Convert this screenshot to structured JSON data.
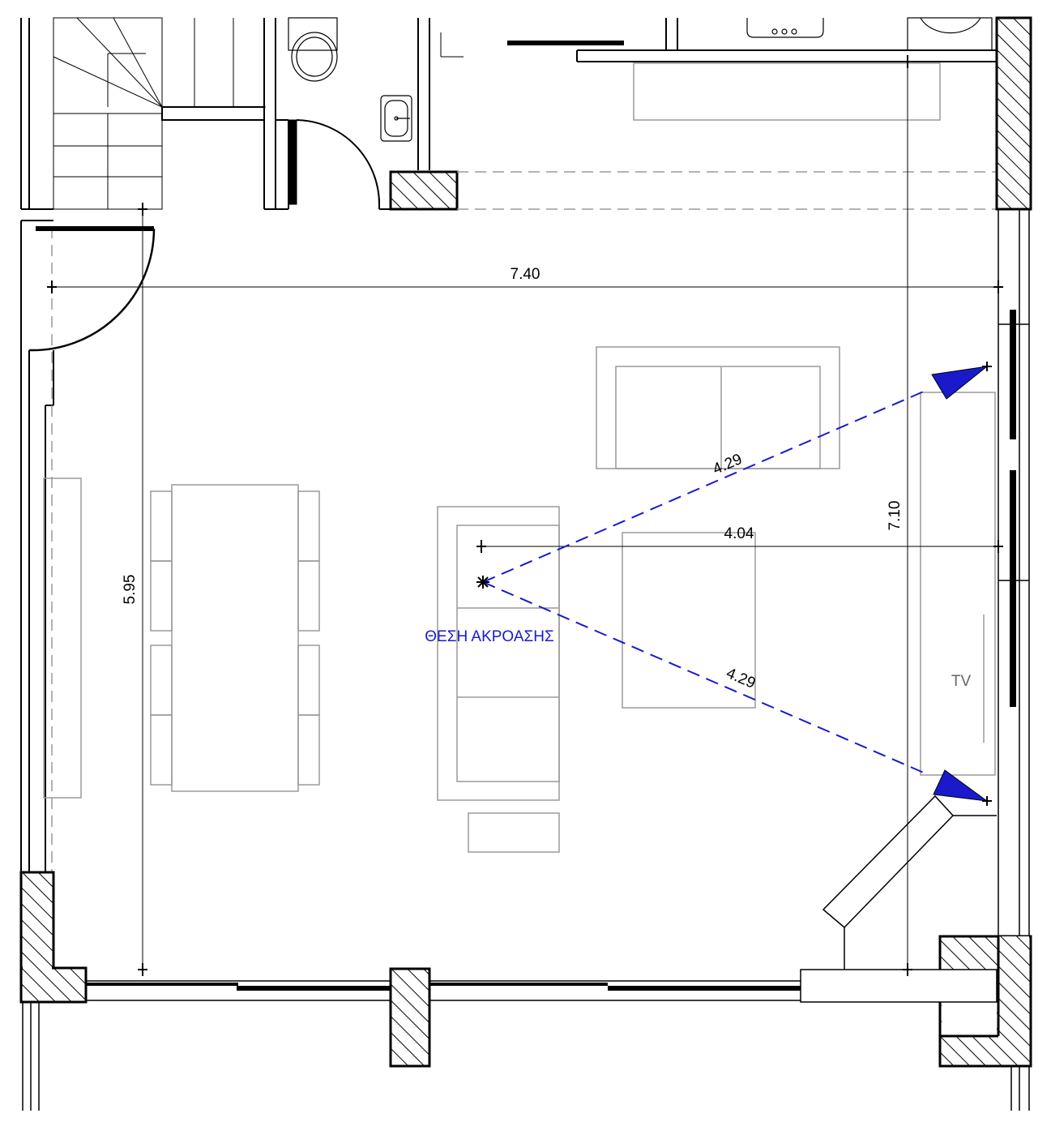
{
  "dimensions": {
    "top_width": "7.40",
    "left_height": "5.95",
    "right_height": "7.10",
    "speaker_top": "4.29",
    "speaker_bottom": "4.29",
    "listener_to_wall": "4.04"
  },
  "labels": {
    "listening_position": "ΘΕΣΗ ΑΚΡΟΑΣΗΣ",
    "tv": "TV"
  },
  "colors": {
    "wall_line": "#000000",
    "furniture": "#9a9a9a",
    "hatch": "#000000",
    "speaker_arrow": "#1a1acc",
    "speaker_line": "#1a1acc"
  }
}
